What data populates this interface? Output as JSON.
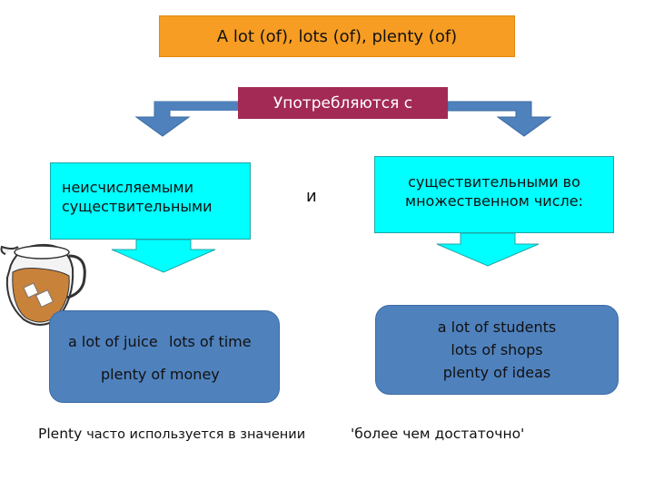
{
  "title": "A lot (of),  lots (of), plenty (of)",
  "subtitle": "Употребляются с",
  "left_box": {
    "line1": "неисчисляемыми",
    "line2": "существительными"
  },
  "connector": "и",
  "right_box": {
    "line1": "существительными во",
    "line2": "множественном числе:"
  },
  "left_examples": {
    "ex1": "a lot of juice",
    "ex2": "lots of time",
    "ex3": "plenty of money"
  },
  "right_examples": {
    "ex1": "a lot of students",
    "ex2": "lots of shops",
    "ex3": "plenty of ideas"
  },
  "note": {
    "part1": "Plenty",
    "part2": "часто используется в значении",
    "part3": "'более чем достаточно'"
  },
  "colors": {
    "title_bg": "#f79d23",
    "subtitle_bg": "#a32a55",
    "cyan_box": "#00ffff",
    "example_box": "#4f81bd",
    "arrow": "#4f81bd"
  },
  "illustration": "juice-jug-icon"
}
